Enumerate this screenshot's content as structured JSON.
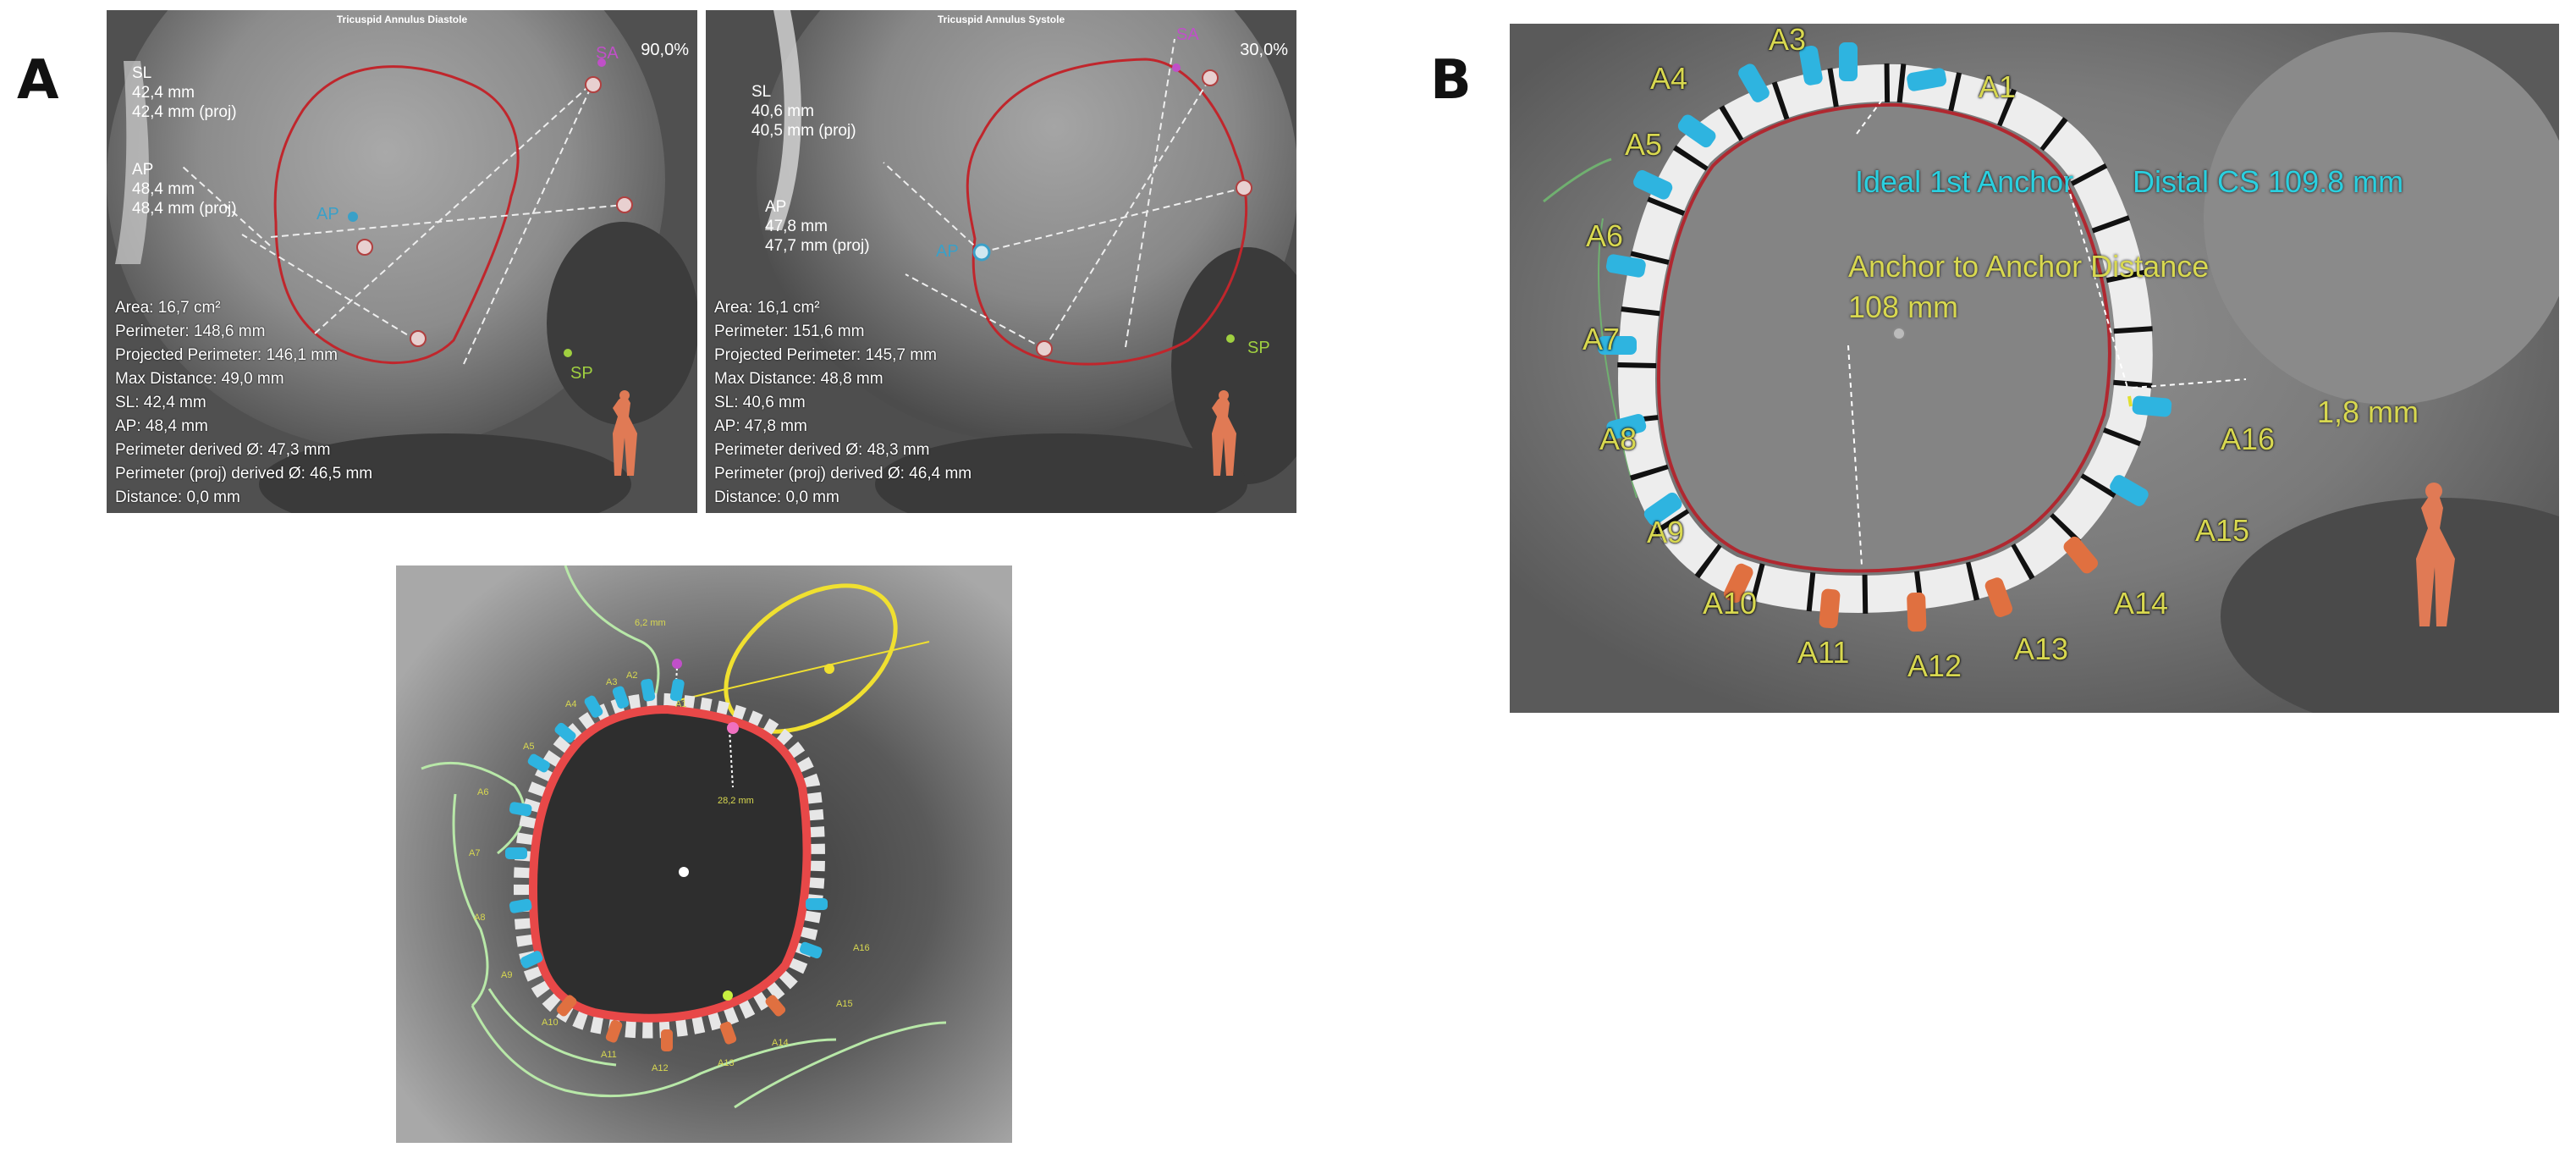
{
  "figure_letters": {
    "a": "A",
    "b": "B"
  },
  "panel_a_left": {
    "title": "Tricuspid Annulus Diastole",
    "phase": "90,0%",
    "sl_label": "SL",
    "sl_value": "42,4 mm",
    "sl_proj": "42,4 mm (proj)",
    "ap_label": "AP",
    "ap_value": "48,4 mm",
    "ap_proj": "48,4 mm (proj)",
    "tag_sa": "SA",
    "tag_ap": "AP",
    "tag_sp": "SP",
    "stats": [
      "Area: 16,7 cm²",
      "Perimeter: 148,6 mm",
      "Projected Perimeter: 146,1 mm",
      "Max Distance: 49,0 mm",
      "SL: 42,4 mm",
      "AP: 48,4 mm",
      "Perimeter derived Ø: 47,3 mm",
      "Perimeter (proj) derived Ø: 46,5 mm",
      "Distance: 0,0 mm"
    ]
  },
  "panel_a_right": {
    "title": "Tricuspid Annulus Systole",
    "phase": "30,0%",
    "sl_label": "SL",
    "sl_value": "40,6 mm",
    "sl_proj": "40,5 mm (proj)",
    "ap_label": "AP",
    "ap_value": "47,8 mm",
    "ap_proj": "47,7 mm (proj)",
    "tag_sa": "SA",
    "tag_ap": "AP",
    "tag_sp": "SP",
    "stats": [
      "Area: 16,1 cm²",
      "Perimeter: 151,6 mm",
      "Projected Perimeter: 145,7 mm",
      "Max Distance: 48,8 mm",
      "SL: 40,6 mm",
      "AP: 47,8 mm",
      "Perimeter derived Ø: 48,3 mm",
      "Perimeter (proj) derived Ø: 46,4 mm",
      "Distance: 0,0 mm"
    ]
  },
  "panel_a_bottom": {
    "measure_top": "6,2 mm",
    "measure_mid": "28,2 mm",
    "anchors": [
      "A1",
      "A2",
      "A3",
      "A4",
      "A5",
      "A6",
      "A7",
      "A8",
      "A9",
      "A10",
      "A11",
      "A12",
      "A13",
      "A14",
      "A15",
      "A16"
    ]
  },
  "panel_b": {
    "ideal_anchor": "Ideal 1st Anchor",
    "distal_cs": "Distal CS 109.8 mm",
    "anchor_distance_label": "Anchor to Anchor Distance",
    "anchor_distance_value": "108 mm",
    "gap_measure": "1,8 mm",
    "anchors": [
      "A1",
      "A3",
      "A4",
      "A5",
      "A6",
      "A7",
      "A8",
      "A9",
      "A10",
      "A11",
      "A12",
      "A13",
      "A14",
      "A15",
      "A16"
    ]
  },
  "colors": {
    "annulus_red": "#c0262c",
    "anchor_cyan": "#2eb4e0",
    "anchor_orange": "#e07040",
    "label_yellow": "#d8d850",
    "sa_purple": "#c050c8",
    "sp_green": "#a0d040"
  }
}
